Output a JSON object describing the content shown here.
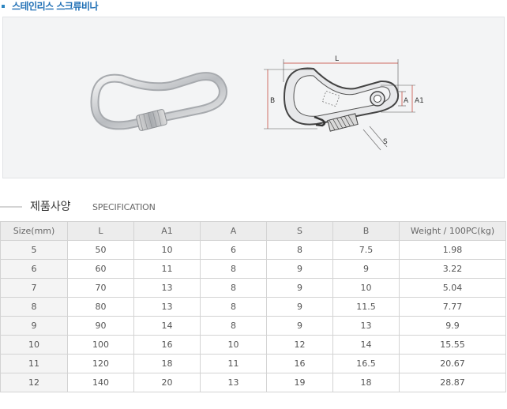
{
  "page": {
    "title": "스테인리스 스크류비나"
  },
  "diagram": {
    "labels": {
      "L": "L",
      "B": "B",
      "A": "A",
      "A1": "A1",
      "S": "S"
    }
  },
  "spec": {
    "title_kr": "제품사양",
    "title_en": "SPECIFICATION",
    "columns": [
      "Size(mm)",
      "L",
      "A1",
      "A",
      "S",
      "B",
      "Weight / 100PC(kg)"
    ],
    "rows": [
      [
        "5",
        "50",
        "10",
        "6",
        "8",
        "7.5",
        "1.98"
      ],
      [
        "6",
        "60",
        "11",
        "8",
        "9",
        "9",
        "3.22"
      ],
      [
        "7",
        "70",
        "13",
        "8",
        "9",
        "10",
        "5.04"
      ],
      [
        "8",
        "80",
        "13",
        "8",
        "9",
        "11.5",
        "7.77"
      ],
      [
        "9",
        "90",
        "14",
        "8",
        "9",
        "13",
        "9.9"
      ],
      [
        "10",
        "100",
        "16",
        "10",
        "12",
        "14",
        "15.55"
      ],
      [
        "11",
        "120",
        "18",
        "11",
        "16",
        "16.5",
        "20.67"
      ],
      [
        "12",
        "140",
        "20",
        "13",
        "19",
        "18",
        "28.87"
      ]
    ]
  },
  "colors": {
    "title": "#1f6fb5",
    "header_bg": "#ececec",
    "border": "#d3d3d3"
  }
}
